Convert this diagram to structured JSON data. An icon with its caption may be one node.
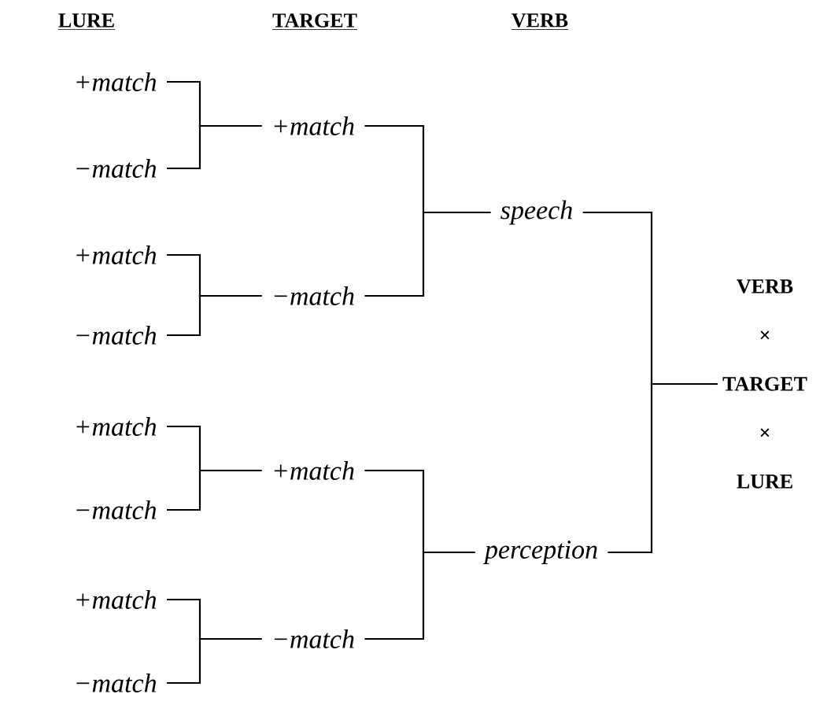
{
  "diagram": {
    "nodes": [
      {
        "text": [
          "+match"
        ]
      },
      {
        "text": [
          "−match"
        ]
      },
      {
        "text": [
          "+match"
        ]
      },
      {
        "text": [
          "−match"
        ]
      },
      {
        "text": [
          "+match"
        ]
      },
      {
        "text": [
          "−match"
        ]
      },
      {
        "text": [
          "+match"
        ]
      },
      {
        "text": [
          "−match"
        ]
      },
      {
        "text": [
          "+match"
        ]
      },
      {
        "text": [
          "−match"
        ]
      },
      {
        "text": [
          "+match"
        ]
      },
      {
        "text": [
          "−match"
        ]
      },
      {
        "text": [
          "speech"
        ]
      },
      {
        "text": [
          "perception"
        ]
      },
      {
        "text": [
          "VERB",
          "×",
          "TARGET",
          "×",
          "LURE"
        ]
      }
    ],
    "edges": [
      {
        "from": 0,
        "to": 8,
        "arrow": "none"
      },
      {
        "from": 1,
        "to": 8,
        "arrow": "none"
      },
      {
        "from": 2,
        "to": 9,
        "arrow": "none"
      },
      {
        "from": 3,
        "to": 9,
        "arrow": "none"
      },
      {
        "from": 4,
        "to": 10,
        "arrow": "none"
      },
      {
        "from": 5,
        "to": 10,
        "arrow": "none"
      },
      {
        "from": 6,
        "to": 11,
        "arrow": "none"
      },
      {
        "from": 7,
        "to": 11,
        "arrow": "none"
      },
      {
        "from": 8,
        "to": 12,
        "arrow": "none"
      },
      {
        "from": 9,
        "to": 12,
        "arrow": "none"
      },
      {
        "from": 10,
        "to": 13,
        "arrow": "none"
      },
      {
        "from": 11,
        "to": 13,
        "arrow": "none"
      },
      {
        "from": 12,
        "to": 14,
        "arrow": "none"
      },
      {
        "from": 13,
        "to": 14,
        "arrow": "none"
      }
    ],
    "labels": [
      "LURE",
      "TARGET",
      "VERB"
    ]
  }
}
